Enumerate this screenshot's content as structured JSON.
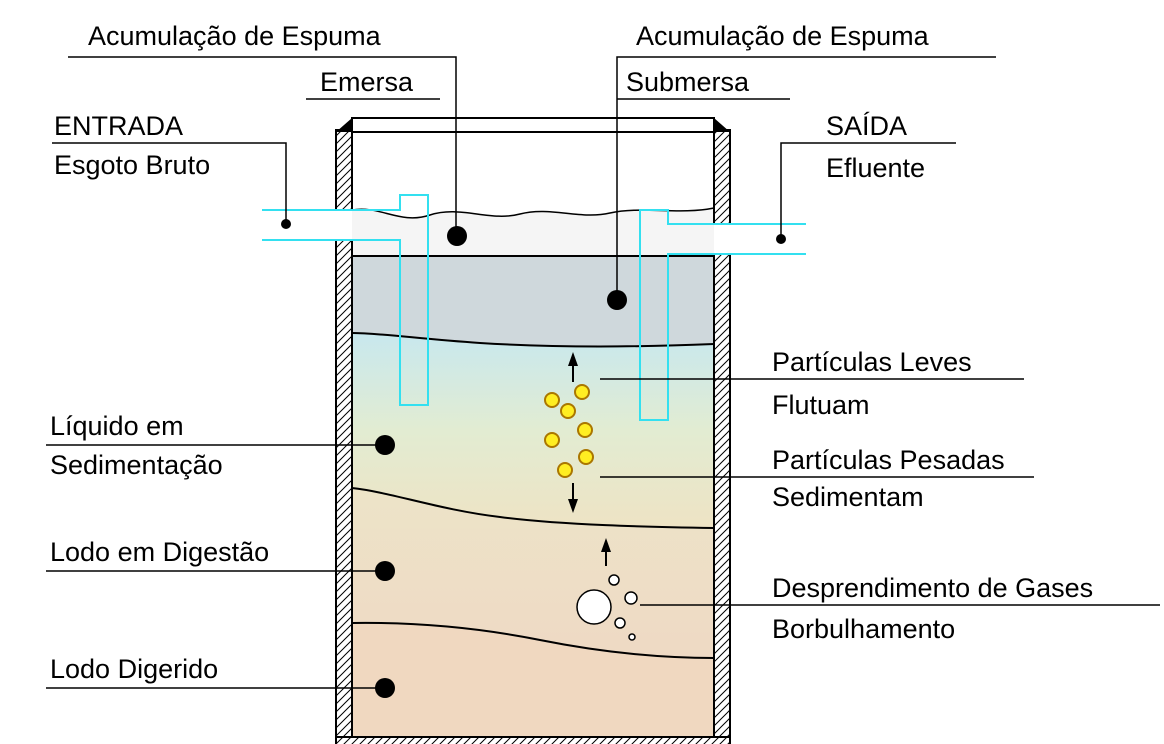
{
  "labels": {
    "scum_emerged": [
      "Acumulação de Espuma",
      "Emersa"
    ],
    "scum_submerged": [
      "Acumulação de Espuma",
      "Submersa"
    ],
    "inlet": [
      "ENTRADA",
      "Esgoto Bruto"
    ],
    "outlet": [
      "SAÍDA",
      "Efluente"
    ],
    "light_particles": [
      "Partículas Leves",
      "Flutuam"
    ],
    "heavy_particles": [
      "Partículas Pesadas",
      "Sedimentam"
    ],
    "gases": [
      "Desprendimento de Gases",
      "Borbulhamento"
    ],
    "settling_liquid": [
      "Líquido em",
      "Sedimentação"
    ],
    "digesting_sludge": [
      "Lodo em Digestão"
    ],
    "digested_sludge": [
      "Lodo Digerido"
    ]
  },
  "colors": {
    "pipe": "#33e0f0",
    "particle_fill": "#ffee22",
    "particle_stroke": "#aa7700",
    "scum_top": "#f5f5f5",
    "submerged_scum": "#cfd8dc",
    "sludge_bottom": "#f0d8c0",
    "line": "#000000"
  }
}
